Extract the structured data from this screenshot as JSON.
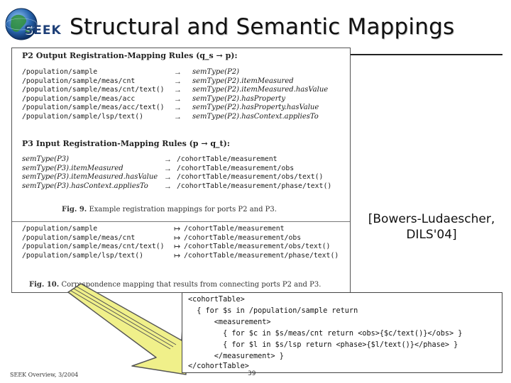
{
  "title": "Structural and Semantic Mappings",
  "logo": {
    "text": "SEEK",
    "icon": "globe-icon"
  },
  "citation": [
    "[Bowers-Ludaescher,",
    "DILS'04]"
  ],
  "output_rules": {
    "header": "P2 Output Registration-Mapping Rules (q_s → p):",
    "rows": [
      {
        "path": "/population/sample",
        "arrow": "→",
        "target": "semType(P2)"
      },
      {
        "path": "/population/sample/meas/cnt",
        "arrow": "→",
        "target": "semType(P2).itemMeasured"
      },
      {
        "path": "/population/sample/meas/cnt/text()",
        "arrow": "→",
        "target": "semType(P2).itemMeasured.hasValue"
      },
      {
        "path": "/population/sample/meas/acc",
        "arrow": "→",
        "target": "semType(P2).hasProperty"
      },
      {
        "path": "/population/sample/meas/acc/text()",
        "arrow": "→",
        "target": "semType(P2).hasProperty.hasValue"
      },
      {
        "path": "/population/sample/lsp/text()",
        "arrow": "→",
        "target": "semType(P2).hasContext.appliesTo"
      }
    ]
  },
  "input_rules": {
    "header": "P3 Input Registration-Mapping Rules (p → q_t):",
    "rows": [
      {
        "source": "semType(P3)",
        "arrow": "→",
        "path": "/cohortTable/measurement"
      },
      {
        "source": "semType(P3).itemMeasured",
        "arrow": "→",
        "path": "/cohortTable/measurement/obs"
      },
      {
        "source": "semType(P3).itemMeasured.hasValue",
        "arrow": "→",
        "path": "/cohortTable/measurement/obs/text()"
      },
      {
        "source": "semType(P3).hasContext.appliesTo",
        "arrow": "→",
        "path": "/cohortTable/measurement/phase/text()"
      }
    ]
  },
  "fig9_caption": {
    "label": "Fig. 9.",
    "text": "Example registration mappings for ports P2 and P3."
  },
  "correspondence": {
    "rows": [
      {
        "source": "/population/sample",
        "arrow": "↦",
        "target": "/cohortTable/measurement"
      },
      {
        "source": "/population/sample/meas/cnt",
        "arrow": "↦",
        "target": "/cohortTable/measurement/obs"
      },
      {
        "source": "/population/sample/meas/cnt/text()",
        "arrow": "↦",
        "target": "/cohortTable/measurement/obs/text()"
      },
      {
        "source": "/population/sample/lsp/text()",
        "arrow": "↦",
        "target": "/cohortTable/measurement/phase/text()"
      }
    ]
  },
  "fig10_caption": {
    "label": "Fig. 10.",
    "text": "Correspondence mapping that results from connecting ports P2 and P3."
  },
  "xml_code": [
    "<cohortTable>",
    "  { for $s in /population/sample return",
    "      <measurement>",
    "        { for $c in $s/meas/cnt return <obs>{$c/text()}</obs> }",
    "        { for $l in $s/lsp return <phase>{$l/text()}</phase> }",
    "      </measurement> }",
    "</cohortTable>"
  ],
  "footer": "SEEK Overview, 3/2004",
  "page_number": "39",
  "colors": {
    "arrow_fill": "#f0f08a",
    "arrow_outline": "#555555",
    "globe_blue": "#1d4f8f",
    "globe_green": "#2f8f3a"
  }
}
